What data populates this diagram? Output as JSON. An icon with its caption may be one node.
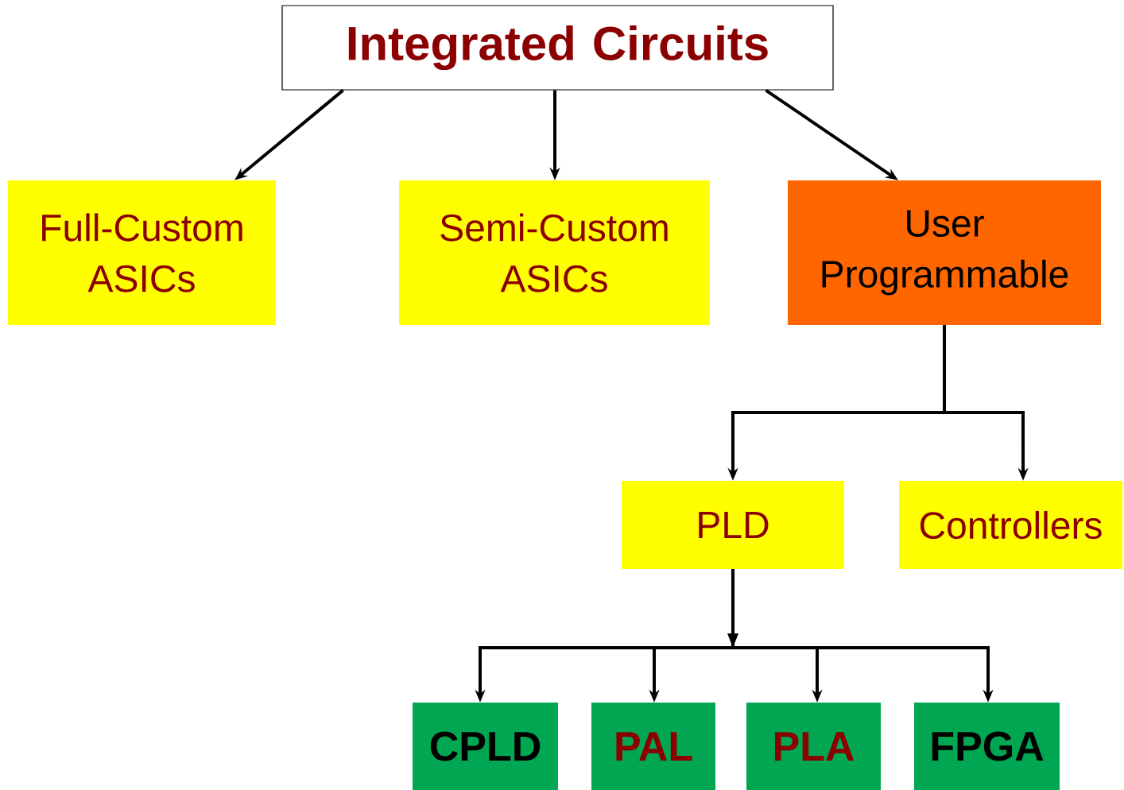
{
  "diagram": {
    "nodes": [
      {
        "text": [
          "Integrated Circuits"
        ]
      },
      {
        "text": [
          "Full-Custom ASICs"
        ]
      },
      {
        "text": [
          "Semi-Custom ASICs"
        ]
      },
      {
        "text": [
          "User Programmable"
        ]
      },
      {
        "text": [
          "PLD"
        ]
      },
      {
        "text": [
          "Controllers"
        ]
      },
      {
        "text": [
          "CPLD"
        ]
      },
      {
        "text": [
          "PAL"
        ]
      },
      {
        "text": [
          "PLA"
        ]
      },
      {
        "text": [
          "FPGA"
        ]
      }
    ],
    "edges": [
      {
        "from": 0,
        "to": 1,
        "arrow": "to"
      },
      {
        "from": 0,
        "to": 2,
        "arrow": "to"
      },
      {
        "from": 0,
        "to": 3,
        "arrow": "to"
      },
      {
        "from": 3,
        "to": 4,
        "arrow": "to"
      },
      {
        "from": 3,
        "to": 5,
        "arrow": "to"
      },
      {
        "from": 4,
        "to": 6,
        "arrow": "to"
      },
      {
        "from": 4,
        "to": 7,
        "arrow": "to"
      },
      {
        "from": 4,
        "to": 8,
        "arrow": "to"
      },
      {
        "from": 4,
        "to": 9,
        "arrow": "to"
      }
    ]
  }
}
